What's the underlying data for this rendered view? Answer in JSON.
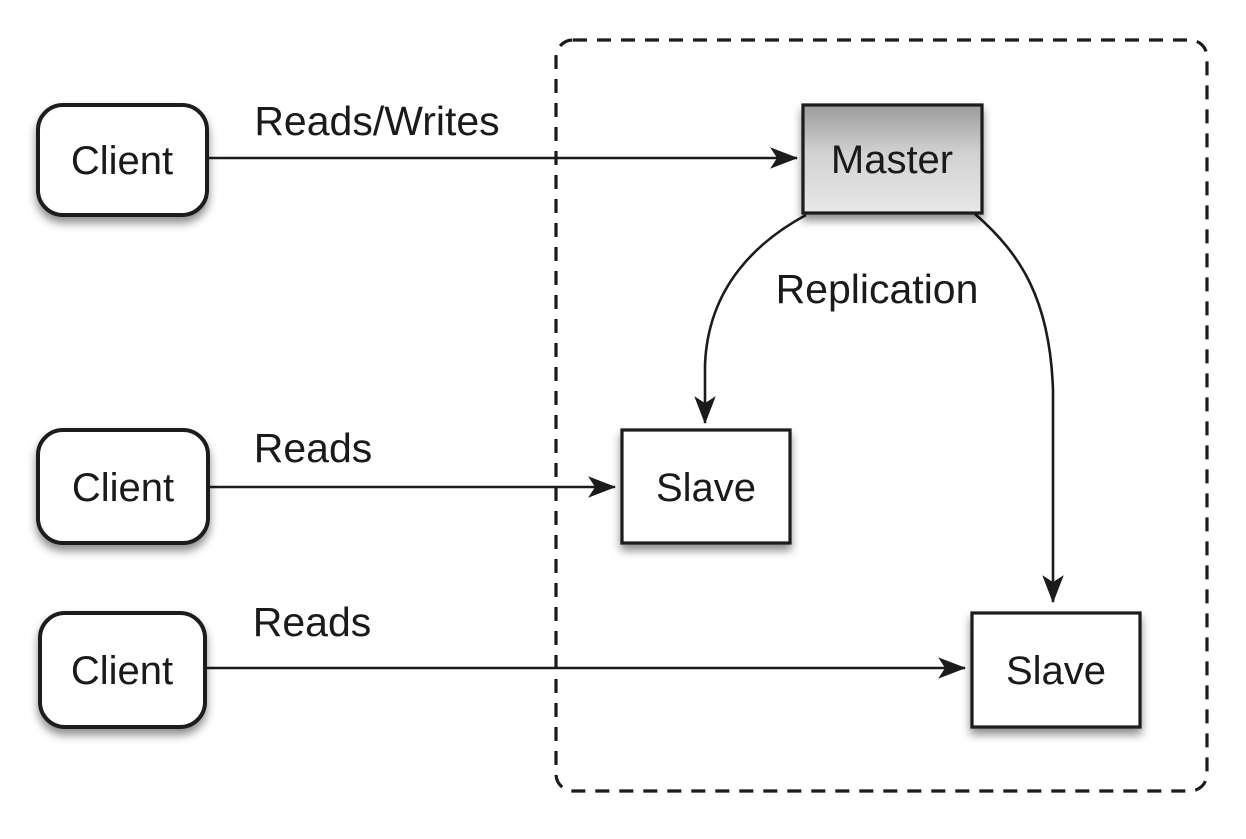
{
  "diagram": {
    "nodes": {
      "client1": {
        "label": "Client"
      },
      "client2": {
        "label": "Client"
      },
      "client3": {
        "label": "Client"
      },
      "master": {
        "label": "Master"
      },
      "slave1": {
        "label": "Slave"
      },
      "slave2": {
        "label": "Slave"
      }
    },
    "edges": {
      "reads_writes": {
        "label": "Reads/Writes"
      },
      "reads1": {
        "label": "Reads"
      },
      "reads2": {
        "label": "Reads"
      },
      "replication": {
        "label": "Replication"
      }
    },
    "colors": {
      "background": "#ffffff",
      "stroke": "#1b1b1b",
      "text": "#1a1a1a",
      "node_fill": "#ffffff",
      "master_top": "#9b9b9b",
      "master_mid": "#d2d2d2",
      "master_bottom": "#e8e8e8"
    }
  }
}
